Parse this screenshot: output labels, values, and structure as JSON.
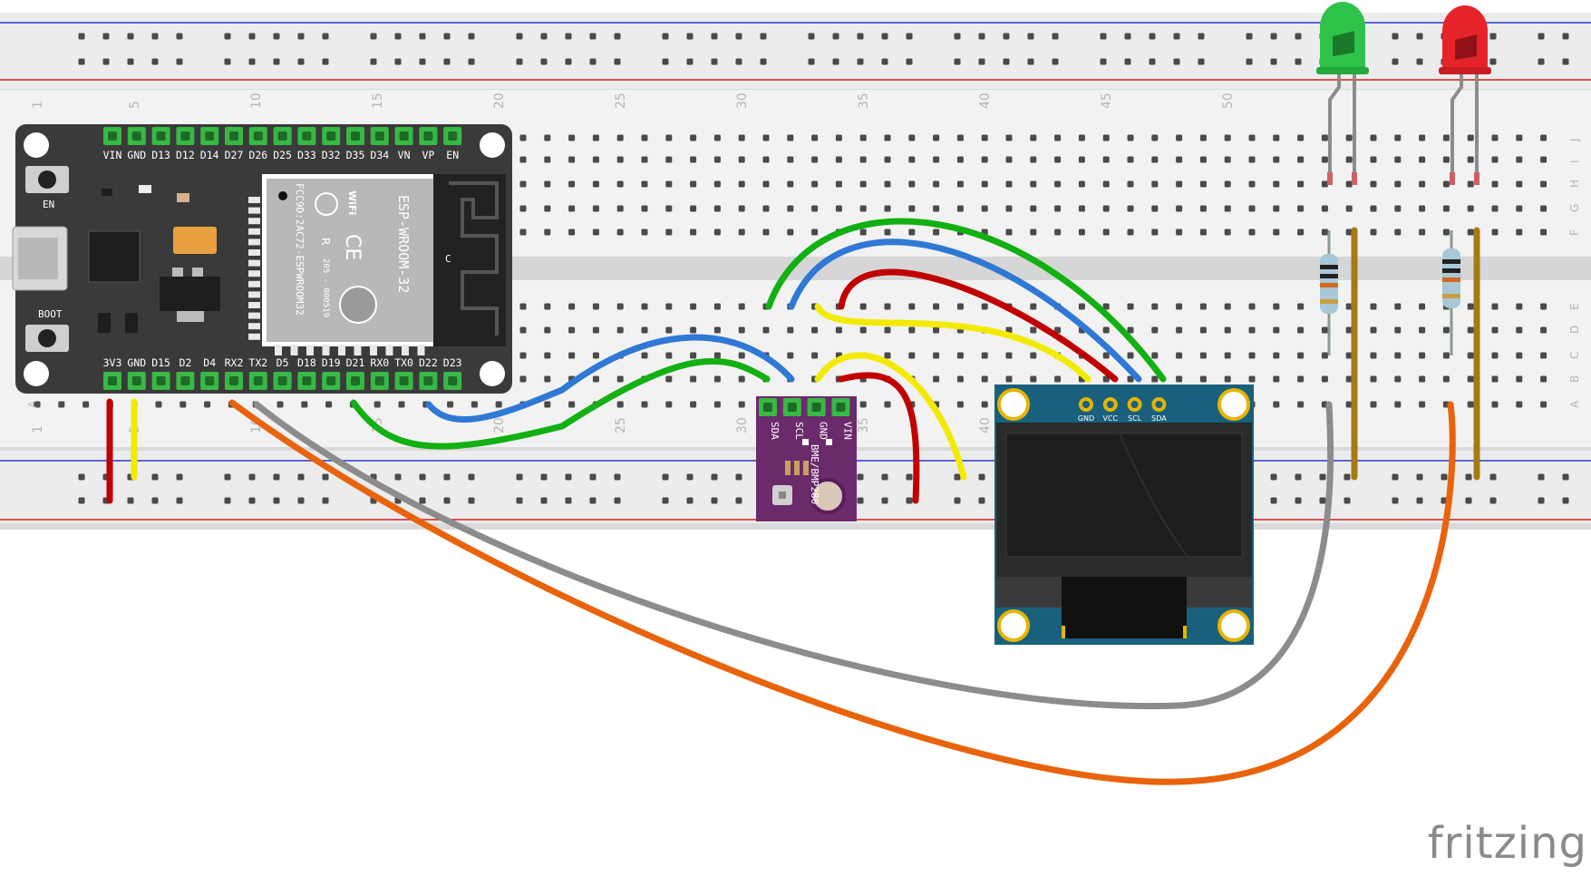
{
  "watermark": "fritzing",
  "breadboard": {
    "column_numbers": [
      "1",
      "5",
      "10",
      "15",
      "20",
      "25",
      "30",
      "35",
      "40",
      "45",
      "50"
    ],
    "upper_row_letters": [
      "J",
      "I",
      "H",
      "G",
      "F"
    ],
    "lower_row_letters": [
      "E",
      "D",
      "C",
      "B",
      "A"
    ]
  },
  "esp32": {
    "top_pins": [
      "VIN",
      "GND",
      "D13",
      "D12",
      "D14",
      "D27",
      "D26",
      "D25",
      "D33",
      "D32",
      "D35",
      "D34",
      "VN",
      "VP",
      "EN"
    ],
    "bottom_pins": [
      "3V3",
      "GND",
      "D15",
      "D2",
      "D4",
      "RX2",
      "TX2",
      "D5",
      "D18",
      "D19",
      "D21",
      "RX0",
      "TX0",
      "D22",
      "D23"
    ],
    "button_en": "EN",
    "button_boot": "BOOT",
    "module_label": "ESP-WROOM-32",
    "wifi_label": "WiFi",
    "fcc_label": "FCC9D:2AC72-ESPWROOM32",
    "cert_label": "205 - 000519",
    "ce_label": "CE",
    "r_label": "R",
    "antenna_c": "C"
  },
  "bme280": {
    "pins": [
      "SDA",
      "SCL",
      "GND",
      "VIN"
    ],
    "label": "BME/BMP280"
  },
  "oled": {
    "pins": [
      "GND",
      "VCC",
      "SCL",
      "SDA"
    ]
  },
  "leds": [
    {
      "color": "green",
      "hex": "#2fc24a"
    },
    {
      "color": "red",
      "hex": "#e5232b"
    }
  ],
  "wire_colors": {
    "green": "#12b012",
    "blue": "#2f78d6",
    "red": "#c00000",
    "yellow": "#f2ea00",
    "grey": "#8c8c8c",
    "orange": "#e8630c",
    "brown": "#a67a12"
  }
}
